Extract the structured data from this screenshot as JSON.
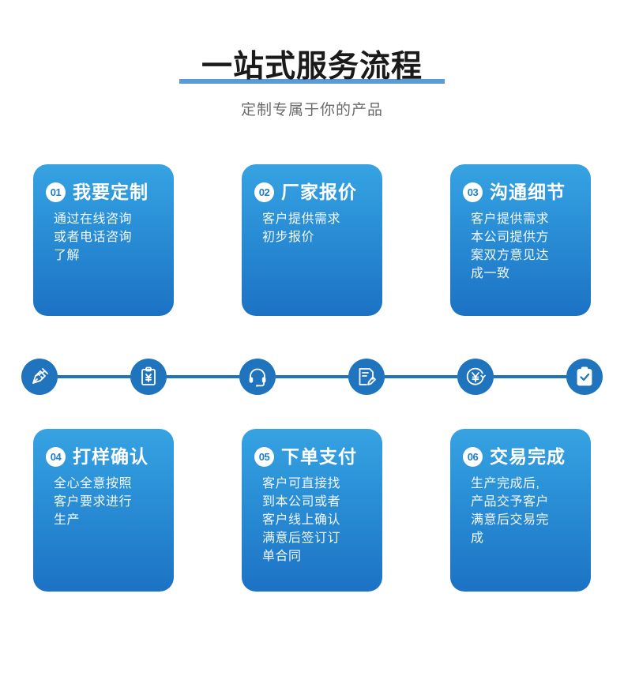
{
  "header": {
    "title": "一站式服务流程",
    "subtitle": "定制专属于你的产品",
    "underline_color": "#5b9bd5",
    "title_color": "#1a1a1a",
    "subtitle_color": "#6b6b6b"
  },
  "theme": {
    "card_gradient_top": "#36a3e2",
    "card_gradient_bottom": "#1c72c4",
    "icon_blue": "#1f74bd",
    "badge_text_color": "#1f7ec8",
    "card_text_color": "#ffffff"
  },
  "steps": [
    {
      "number": "01",
      "title": "我要定制",
      "body": "通过在线咨询\n或者电话咨询\n了解"
    },
    {
      "number": "02",
      "title": "厂家报价",
      "body": "客户提供需求\n初步报价"
    },
    {
      "number": "03",
      "title": "沟通细节",
      "body": "客户提供需求\n本公司提供方\n案双方意见达\n成一致"
    },
    {
      "number": "04",
      "title": "打样确认",
      "body": "全心全意按照\n客户要求进行\n生产"
    },
    {
      "number": "05",
      "title": "下单支付",
      "body": "客户可直接找\n到本公司或者\n客户线上确认\n满意后签订订\n单合同"
    },
    {
      "number": "06",
      "title": "交易完成",
      "body": "生产完成后,\n产品交予客户\n满意后交易完\n成"
    }
  ],
  "icon_strip": {
    "icons": [
      {
        "name": "pen-ruler-design-icon"
      },
      {
        "name": "clipboard-yuan-quote-icon"
      },
      {
        "name": "headset-support-icon"
      },
      {
        "name": "document-sign-contract-icon"
      },
      {
        "name": "yuan-payment-icon"
      },
      {
        "name": "clipboard-check-complete-icon"
      }
    ],
    "connector_count": 5
  }
}
